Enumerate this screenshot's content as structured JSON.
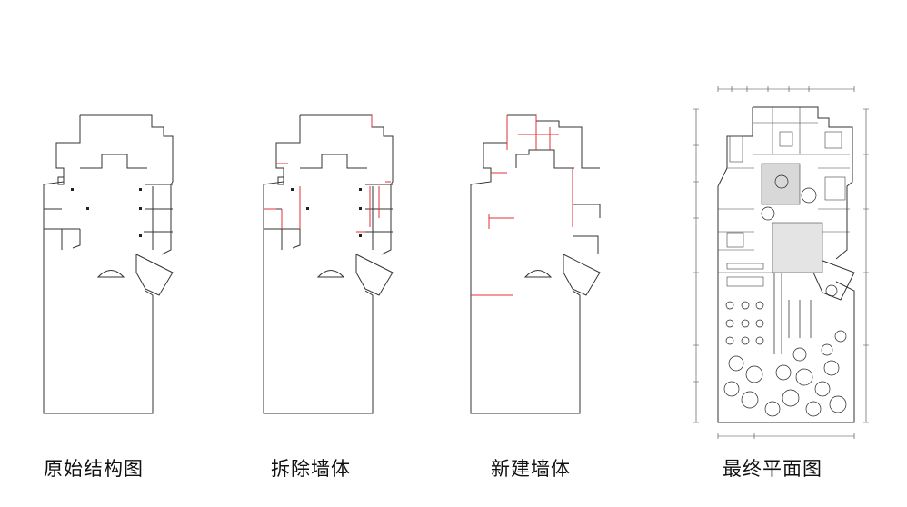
{
  "panels": [
    {
      "caption": "原始结构图",
      "kind": "original"
    },
    {
      "caption": "拆除墙体",
      "kind": "demolition",
      "highlight_color": "#e0303a"
    },
    {
      "caption": "新建墙体",
      "kind": "new-walls",
      "highlight_color": "#e0303a"
    },
    {
      "caption": "最终平面图",
      "kind": "final"
    }
  ]
}
